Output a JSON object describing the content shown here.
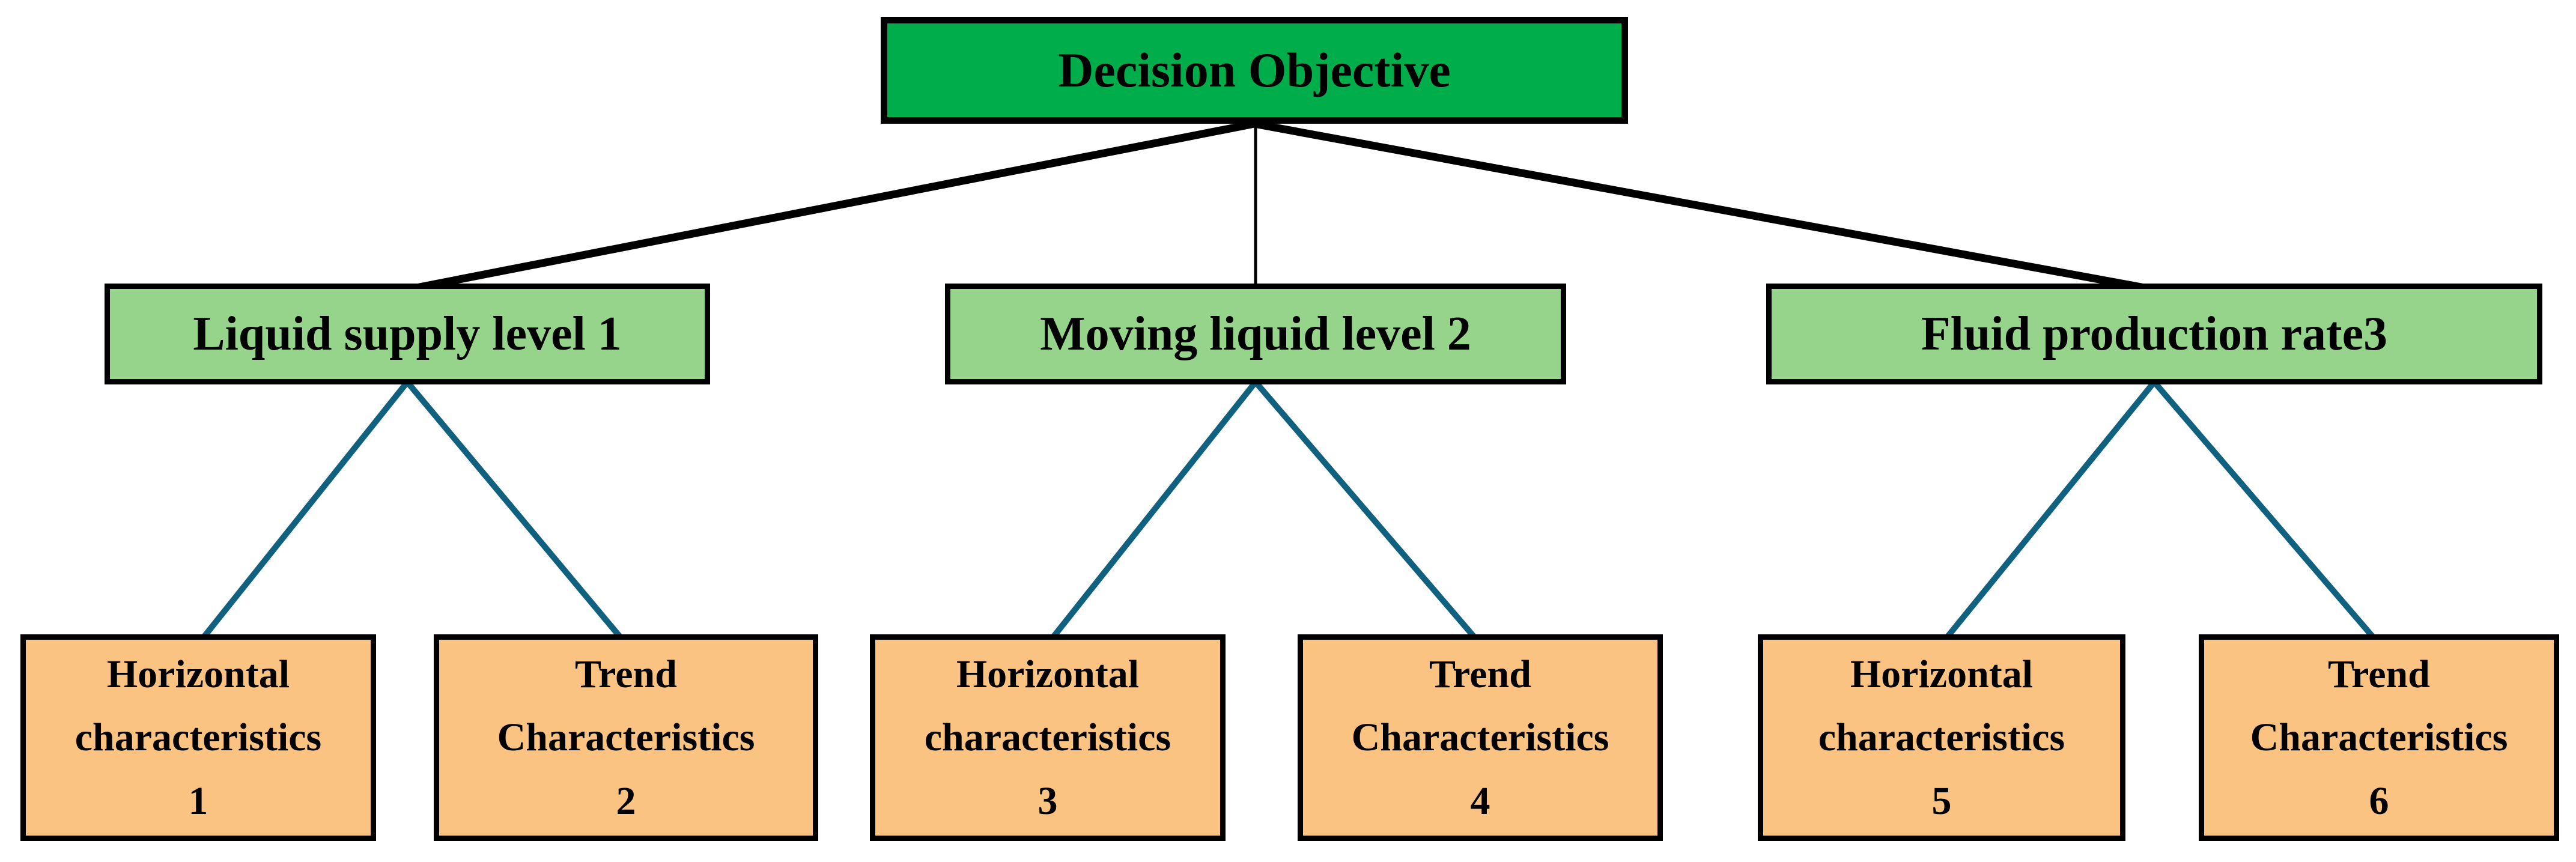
{
  "figure": {
    "root": {
      "label": "Decision Objective"
    },
    "criteria": [
      {
        "label": "Liquid supply level 1"
      },
      {
        "label": "Moving liquid level 2"
      },
      {
        "label": "Fluid production rate3"
      }
    ],
    "characteristics": [
      {
        "label": "Horizontal characteristics 1",
        "lines": [
          "Horizontal",
          "characteristics",
          "1"
        ]
      },
      {
        "label": "Trend Characteristics 2",
        "lines": [
          "Trend",
          "Characteristics",
          "2"
        ]
      },
      {
        "label": "Horizontal characteristics 3",
        "lines": [
          "Horizontal",
          "characteristics",
          "3"
        ]
      },
      {
        "label": "Trend Characteristics 4",
        "lines": [
          "Trend",
          "Characteristics",
          "4"
        ]
      },
      {
        "label": "Horizontal characteristics 5",
        "lines": [
          "Horizontal",
          "characteristics",
          "5"
        ]
      },
      {
        "label": "Trend Characteristics 6",
        "lines": [
          "Trend",
          "Characteristics",
          "6"
        ]
      }
    ],
    "colors": {
      "background": "#ffffff",
      "root_fill": "#00AD4B",
      "criterion_fill": "#97D48B",
      "characteristic_fill": "#FBC382",
      "border": "#000000",
      "parent_link": "#000000",
      "child_link": "#10617F"
    }
  }
}
